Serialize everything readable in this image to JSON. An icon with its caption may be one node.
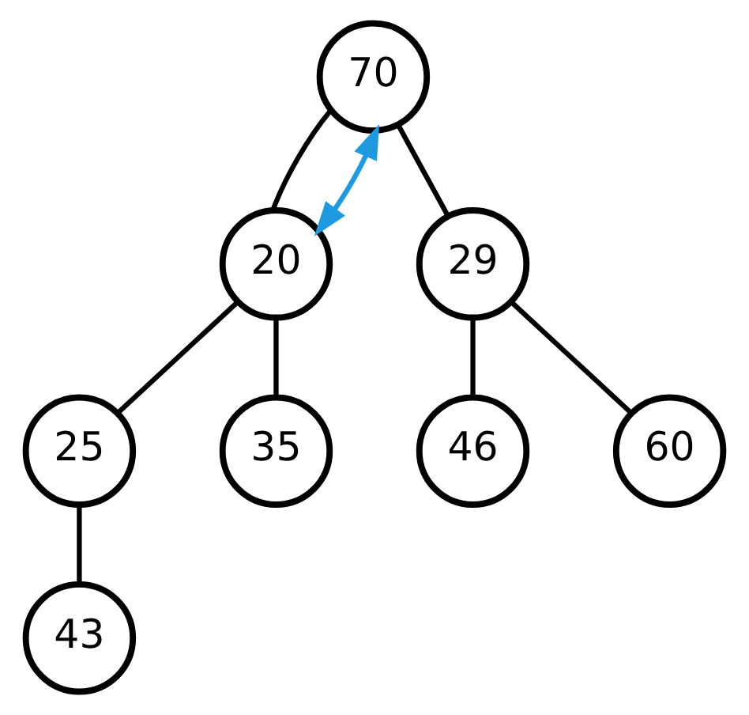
{
  "diagram": {
    "nodes": [
      {
        "text": [
          "70"
        ]
      },
      {
        "text": [
          "20"
        ]
      },
      {
        "text": [
          "29"
        ]
      },
      {
        "text": [
          "25"
        ]
      },
      {
        "text": [
          "35"
        ]
      },
      {
        "text": [
          "46"
        ]
      },
      {
        "text": [
          "60"
        ]
      },
      {
        "text": [
          "43"
        ]
      }
    ],
    "edges": [
      {
        "from": 0,
        "to": 1,
        "arrow": "none"
      },
      {
        "from": 0,
        "to": 2,
        "arrow": "none"
      },
      {
        "from": 1,
        "to": 3,
        "arrow": "none"
      },
      {
        "from": 1,
        "to": 4,
        "arrow": "none"
      },
      {
        "from": 2,
        "to": 5,
        "arrow": "none"
      },
      {
        "from": 2,
        "to": 6,
        "arrow": "none"
      },
      {
        "from": 3,
        "to": 7,
        "arrow": "none"
      },
      {
        "from": 0,
        "to": 1,
        "arrow": "both",
        "color": "#1e9be0"
      }
    ]
  }
}
